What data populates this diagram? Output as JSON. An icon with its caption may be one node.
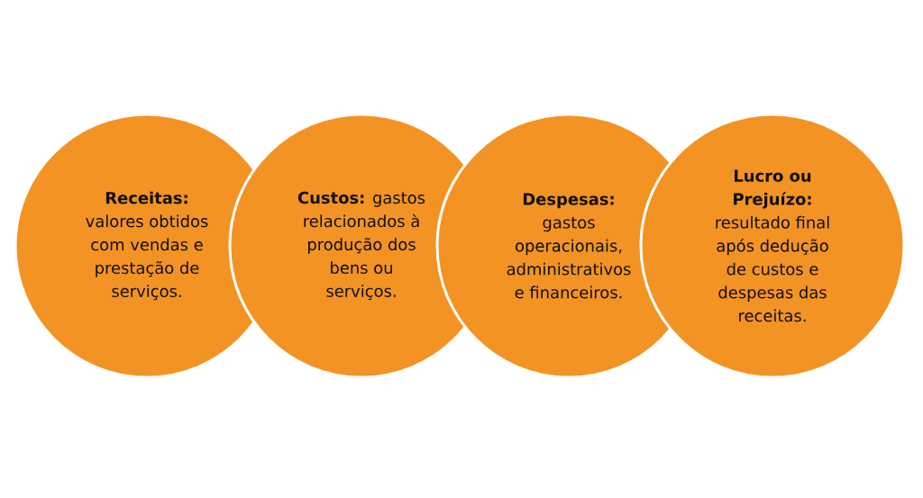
{
  "diagram": {
    "nodes": [
      {
        "text": [
          "**Receitas:** valores obtidos com vendas e prestação de serviços."
        ]
      },
      {
        "text": [
          "**Custos:** gastos relacionados à produção dos bens ou serviços."
        ]
      },
      {
        "text": [
          "**Despesas:** gastos operacionais, administrativos e financeiros."
        ]
      },
      {
        "text": [
          "**Lucro ou Prejuízo:** resultado final após dedução de custos e despesas das receitas."
        ]
      }
    ]
  }
}
